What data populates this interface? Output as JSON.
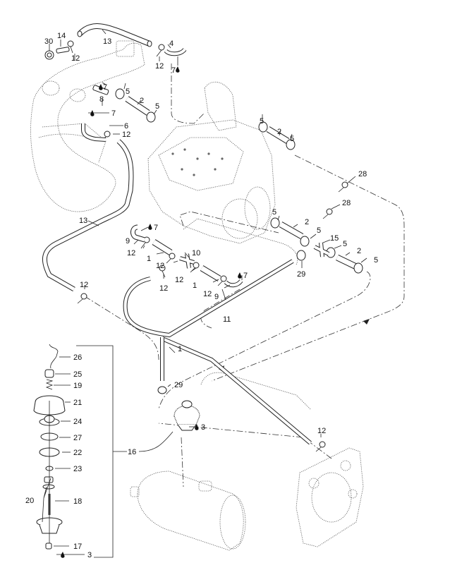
{
  "title": "Cooling system exploded parts diagram",
  "drop_symbol": "drop-icon",
  "callouts": {
    "c30": "30",
    "c14": "14",
    "c12a": "12",
    "c13a": "13",
    "c4": "4",
    "c12b": "12",
    "c7a": "7",
    "c7b": "7",
    "c8": "8",
    "c5a": "5",
    "c2a": "2",
    "c5b": "5",
    "c7c": "7",
    "c6": "6",
    "c12c": "12",
    "c5c": "5",
    "c2b": "2",
    "c5d": "5",
    "c28a": "28",
    "c28b": "28",
    "c13b": "13",
    "c9a": "9",
    "c7d": "7",
    "c12d": "12",
    "c1a": "1",
    "c10": "10",
    "c12e": "12",
    "c12f": "12",
    "c12g": "12",
    "c1b": "1",
    "c12h": "12",
    "c9b": "9",
    "c7e": "7",
    "c11": "11",
    "c5e": "5",
    "c2c": "2",
    "c5f": "5",
    "c15": "15",
    "c5g": "5",
    "c2d": "2",
    "c5h": "5",
    "c29a": "29",
    "c12i": "12",
    "c1c": "1",
    "c29b": "29",
    "c3a": "3",
    "c16": "16",
    "c12j": "12",
    "c26": "26",
    "c25": "25",
    "c19": "19",
    "c21": "21",
    "c24": "24",
    "c27": "27",
    "c22": "22",
    "c23": "23",
    "c20": "20",
    "c18": "18",
    "c17": "17",
    "c3b": "3"
  }
}
